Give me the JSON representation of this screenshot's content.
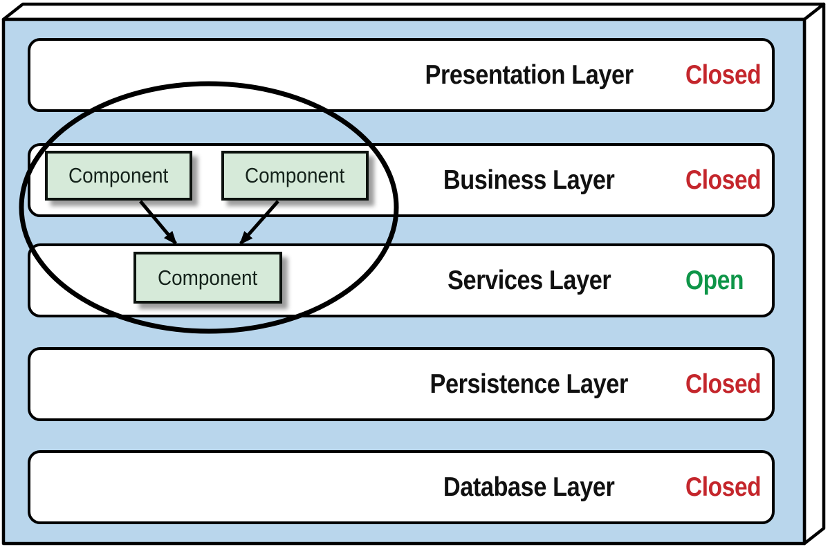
{
  "diagram": {
    "layers": [
      {
        "name": "Presentation Layer",
        "status": "Closed"
      },
      {
        "name": "Business Layer",
        "status": "Closed"
      },
      {
        "name": "Services Layer",
        "status": "Open"
      },
      {
        "name": "Persistence Layer",
        "status": "Closed"
      },
      {
        "name": "Database Layer",
        "status": "Closed"
      }
    ],
    "components": [
      {
        "label": "Component"
      },
      {
        "label": "Component"
      },
      {
        "label": "Component"
      }
    ],
    "colors": {
      "container_fill": "#b9d6ec",
      "layer_fill": "#ffffff",
      "component_fill": "#d6ead9",
      "closed_status": "#c4262c",
      "open_status": "#0e9548",
      "stroke": "#000000"
    },
    "open_status_value": "Open"
  }
}
